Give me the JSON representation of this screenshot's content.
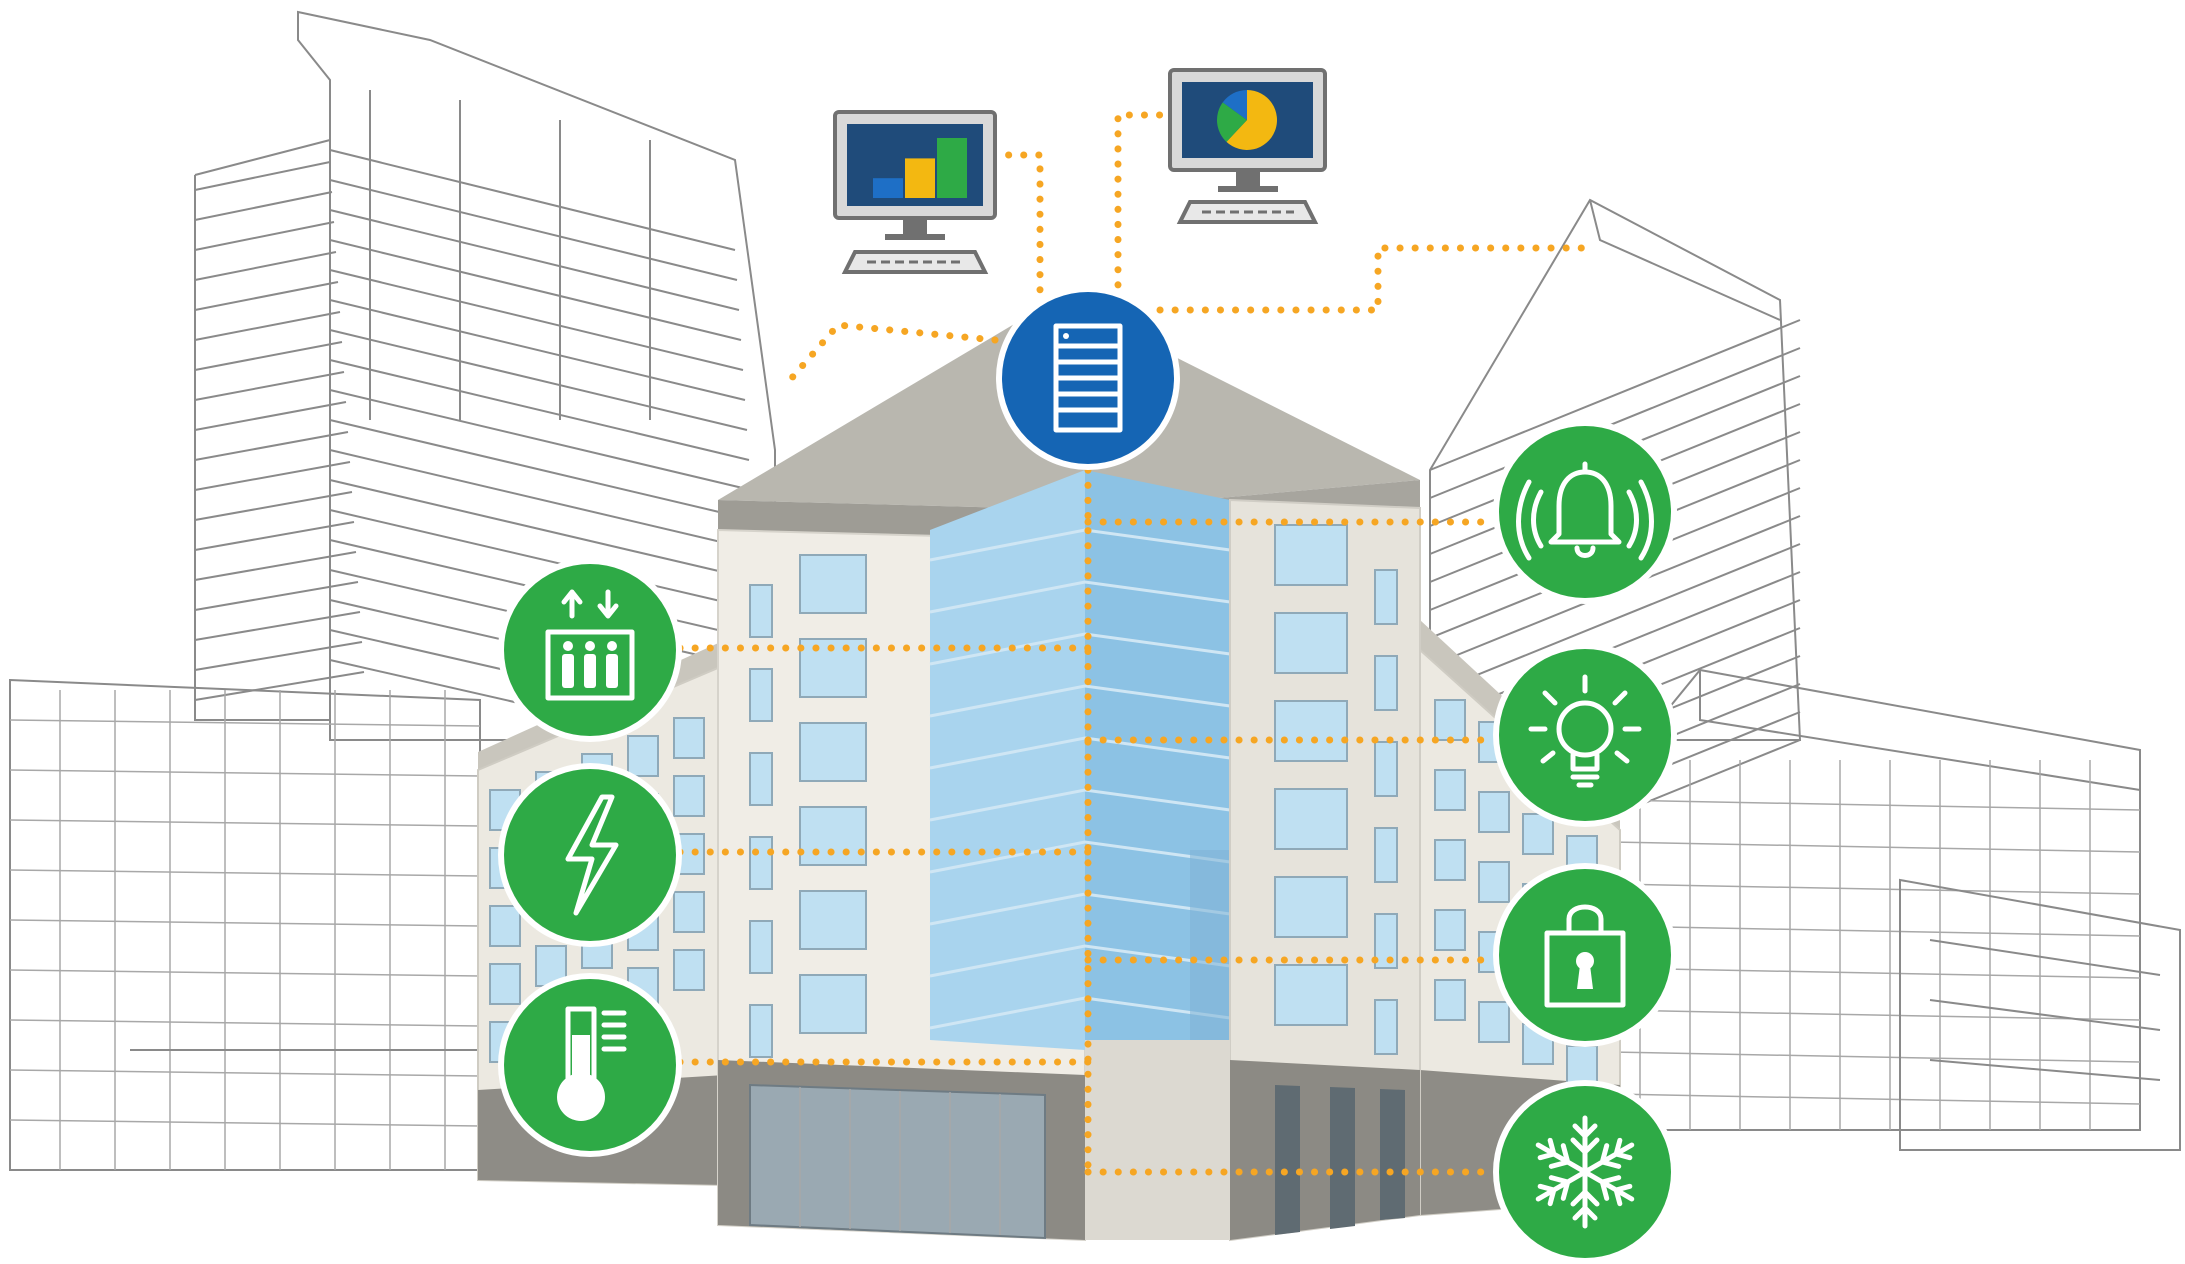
{
  "colors": {
    "background": "#ffffff",
    "sketch_line": "#8a8a8a",
    "connector_dots": "#f6a623",
    "system_circle_green": "#2eaa46",
    "server_circle_blue": "#1565b4",
    "building_facade": "#e9e6de",
    "building_roof": "#b8b6ae",
    "building_glass": "#a9d4ee",
    "monitor_screen": "#1f4b7a"
  },
  "monitors": [
    {
      "name": "bar-chart-monitor",
      "icon": "bar-chart-icon",
      "bars": [
        {
          "color": "#1e6fc6",
          "level": 0.33
        },
        {
          "color": "#f3b811",
          "level": 0.66
        },
        {
          "color": "#2eaa46",
          "level": 1.0
        }
      ]
    },
    {
      "name": "pie-chart-monitor",
      "icon": "pie-chart-icon",
      "slices": [
        {
          "color": "#f3b811",
          "fraction": 0.62
        },
        {
          "color": "#2eaa46",
          "fraction": 0.23
        },
        {
          "color": "#1e6fc6",
          "fraction": 0.15
        }
      ]
    }
  ],
  "server": {
    "icon": "server-rack-icon"
  },
  "systems_left": [
    {
      "icon": "elevator-icon",
      "label": "elevator"
    },
    {
      "icon": "lightning-bolt-icon",
      "label": "power"
    },
    {
      "icon": "thermometer-icon",
      "label": "temperature"
    }
  ],
  "systems_right": [
    {
      "icon": "alarm-bell-icon",
      "label": "alarm"
    },
    {
      "icon": "light-bulb-icon",
      "label": "lighting"
    },
    {
      "icon": "padlock-icon",
      "label": "security"
    },
    {
      "icon": "snowflake-icon",
      "label": "cooling"
    }
  ]
}
